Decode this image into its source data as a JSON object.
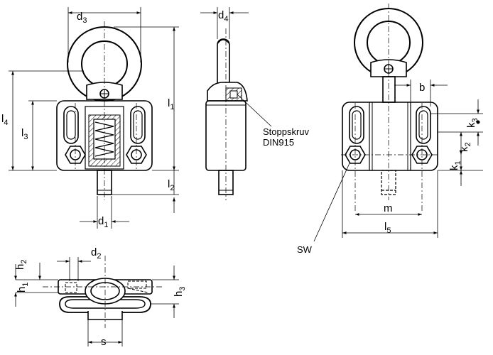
{
  "front": {
    "d3": "d",
    "d3s": "3",
    "l1": "l",
    "l1s": "1",
    "l4": "l",
    "l4s": "4",
    "l3": "l",
    "l3s": "3",
    "l2": "l",
    "l2s": "2",
    "d1": "d",
    "d1s": "1"
  },
  "side": {
    "d4": "d",
    "d4s": "4",
    "note_line1": "Stoppskruv",
    "note_line2": "DIN915"
  },
  "right": {
    "b": "b",
    "k3": "k",
    "k3s": "3",
    "k2": "k",
    "k2s": "2",
    "k1": "k",
    "k1s": "1",
    "m": "m",
    "l5": "l",
    "l5s": "5",
    "sw": "SW"
  },
  "bottom": {
    "h2": "h",
    "h2s": "2",
    "d2": "d",
    "d2s": "2",
    "h1": "h",
    "h1s": "1",
    "h3": "h",
    "h3s": "3",
    "s": "s"
  }
}
